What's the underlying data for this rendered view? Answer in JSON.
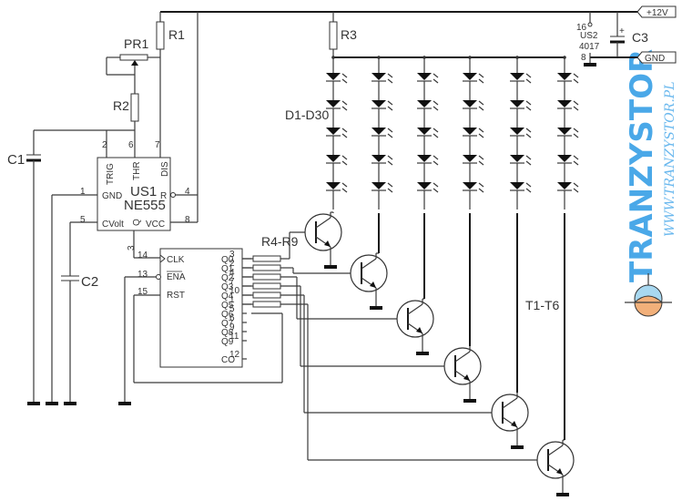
{
  "diagram": {
    "type": "electronic-schematic",
    "components": {
      "resistors": [
        "R1",
        "R2",
        "R3",
        "R4-R9"
      ],
      "potentiometer": "PR1",
      "capacitors": [
        "C1",
        "C2",
        "C3"
      ],
      "leds": "D1-D30",
      "transistors": "T1-T6"
    },
    "power": {
      "vcc_label": "+12V",
      "gnd_label": "GND"
    },
    "us1": {
      "name": "US1",
      "part": "NE555",
      "pins": {
        "trig": {
          "label": "TRIG",
          "num": "2"
        },
        "thr": {
          "label": "THR",
          "num": "6"
        },
        "dis": {
          "label": "DIS",
          "num": "7"
        },
        "gnd": {
          "label": "GND",
          "num": "1"
        },
        "reset": {
          "label": "R",
          "num": "4"
        },
        "cvolt": {
          "label": "CVolt",
          "num": "5"
        },
        "q": {
          "label": "Q",
          "num": "3"
        },
        "vcc": {
          "label": "VCC",
          "num": "8"
        }
      }
    },
    "us2": {
      "name": "US2",
      "part": "4017",
      "vdd_pin": "16",
      "vss_pin": "8",
      "left_pins": [
        {
          "label": "CLK",
          "num": "14"
        },
        {
          "label": "ENA",
          "num": "13"
        },
        {
          "label": "RST",
          "num": "15"
        }
      ],
      "right_pins": [
        {
          "label": "Q0",
          "num": "3"
        },
        {
          "label": "Q1",
          "num": "2"
        },
        {
          "label": "Q2",
          "num": "4"
        },
        {
          "label": "Q3",
          "num": "7"
        },
        {
          "label": "Q4",
          "num": "10"
        },
        {
          "label": "Q5",
          "num": "1"
        },
        {
          "label": "Q6",
          "num": "5"
        },
        {
          "label": "Q7",
          "num": "6"
        },
        {
          "label": "Q8",
          "num": "9"
        },
        {
          "label": "Q9",
          "num": "11"
        },
        {
          "label": "CO",
          "num": "12"
        }
      ]
    },
    "watermark": {
      "brand": "TRANZYSTOR",
      "url": "WWW.TRANZYSTOR.PL",
      "color": "#4aa8e8",
      "logo_fill": "#f2b07a"
    }
  }
}
